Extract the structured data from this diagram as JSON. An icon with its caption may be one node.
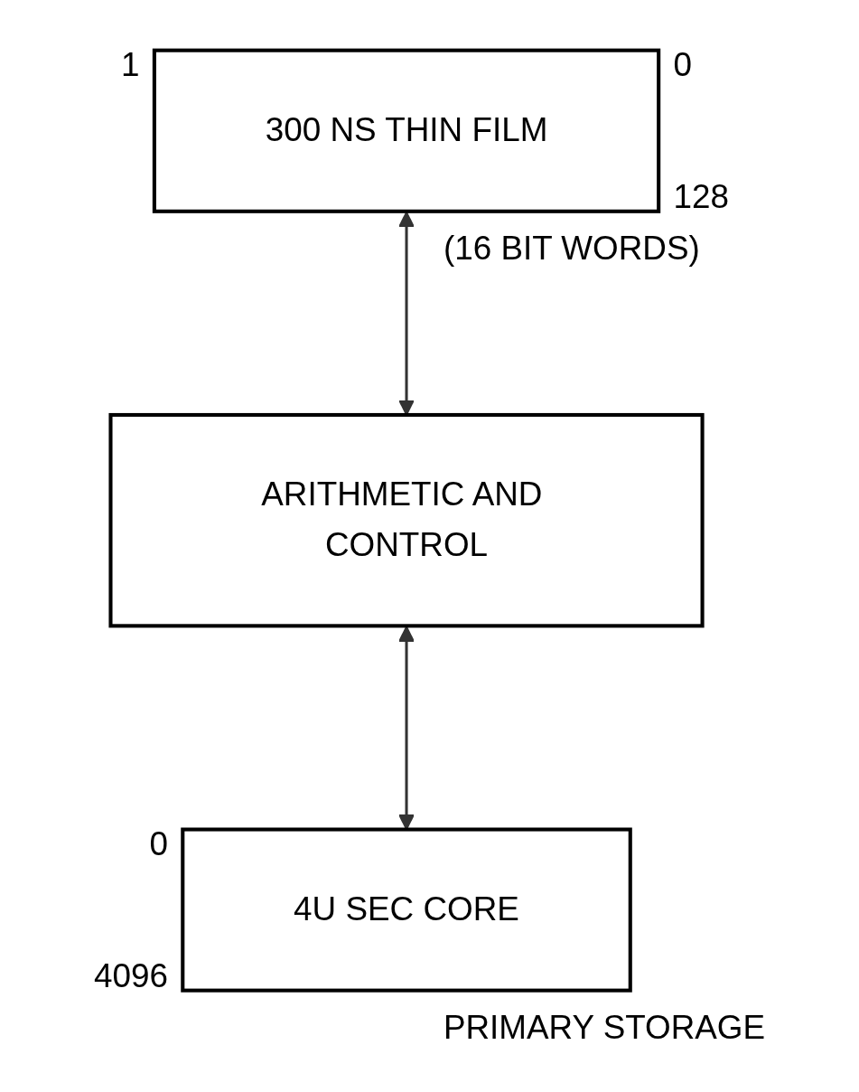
{
  "diagram": {
    "nodes": [
      {
        "text": [
          "300 NS THIN FILM"
        ],
        "beside": [
          "1",
          "0",
          "128",
          "(16 BIT WORDS)"
        ]
      },
      {
        "text": [
          "ARITHMETIC AND CONTROL"
        ]
      },
      {
        "text": [
          "4U SEC CORE"
        ],
        "beside": [
          "0",
          "4096",
          "PRIMARY STORAGE"
        ]
      }
    ],
    "edges": [
      {
        "from": 0,
        "to": 1,
        "arrow": "both"
      },
      {
        "from": 1,
        "to": 2,
        "arrow": "both"
      }
    ]
  }
}
